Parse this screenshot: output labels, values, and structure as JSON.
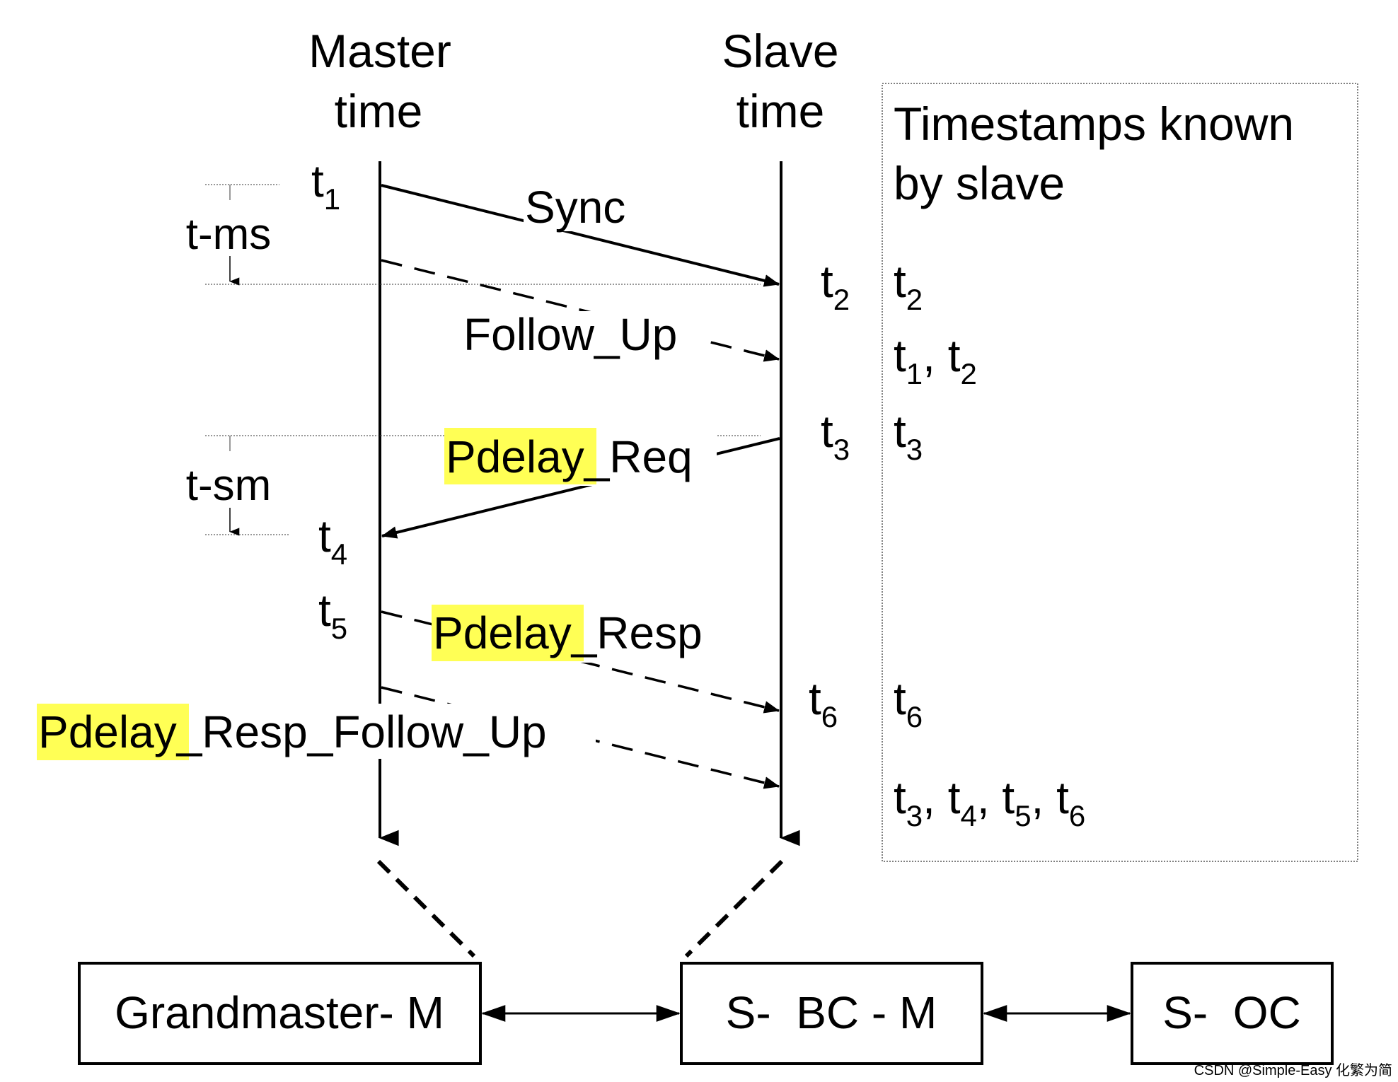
{
  "headers": {
    "master": [
      "Master",
      "time"
    ],
    "slave": [
      "Slave",
      "time"
    ]
  },
  "timestamps_box": {
    "title": [
      "Timestamps known",
      "by slave"
    ],
    "rows": [
      {
        "parts": [
          [
            "t",
            "2"
          ]
        ]
      },
      {
        "parts": [
          [
            "t",
            "1"
          ],
          ", ",
          [
            "t",
            "2"
          ]
        ]
      },
      {
        "parts": [
          [
            "t",
            "3"
          ]
        ]
      },
      {
        "parts": [
          [
            "t",
            "6"
          ]
        ]
      },
      {
        "parts": [
          [
            "t",
            "3"
          ],
          ", ",
          [
            "t",
            "4"
          ],
          ", ",
          [
            "t",
            "5"
          ],
          ", ",
          [
            "t",
            "6"
          ]
        ]
      }
    ]
  },
  "interval_labels": {
    "t_ms": "t-ms",
    "t_sm": "t-sm"
  },
  "time_labels": {
    "t1": [
      "t",
      "1"
    ],
    "t2": [
      "t",
      "2"
    ],
    "t3": [
      "t",
      "3"
    ],
    "t4": [
      "t",
      "4"
    ],
    "t5": [
      "t",
      "5"
    ],
    "t6": [
      "t",
      "6"
    ]
  },
  "messages": {
    "sync": "Sync",
    "follow_up": "Follow_Up",
    "pdelay_req": {
      "highlight": "Pdelay",
      "rest": "_Req"
    },
    "pdelay_resp": {
      "highlight": "Pdelay",
      "rest": "_Resp"
    },
    "pdelay_resp_follow_up": {
      "highlight": "Pdelay",
      "rest": "_Resp_Follow_Up"
    }
  },
  "nodes": {
    "grandmaster": "Grandmaster- M",
    "boundary_clock": "S-  BC - M",
    "ordinary_clock": "S-  OC"
  },
  "watermark": "CSDN @Simple-Easy 化繁为简",
  "colors": {
    "highlight": "#ffff55",
    "line": "#000000",
    "box_border": "#555555"
  }
}
